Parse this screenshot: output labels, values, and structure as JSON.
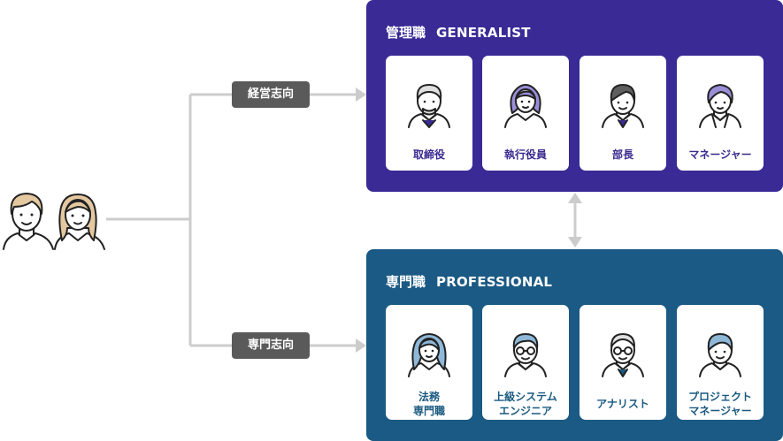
{
  "branches": {
    "management": "経営志向",
    "specialist": "専門志向"
  },
  "generalist": {
    "title_ja": "管理職",
    "title_en": "GENERALIST",
    "color": "#3a2a96",
    "roles": [
      {
        "label": "取締役",
        "icon": "male-executive-icon"
      },
      {
        "label": "執行役員",
        "icon": "female-officer-icon"
      },
      {
        "label": "部長",
        "icon": "male-manager-icon"
      },
      {
        "label": "マネージャー",
        "icon": "female-manager-icon"
      }
    ]
  },
  "professional": {
    "title_ja": "専門職",
    "title_en": "PROFESSIONAL",
    "color": "#1b5a84",
    "roles": [
      {
        "label": "法務\n専門職",
        "icon": "female-legal-icon"
      },
      {
        "label": "上級システム\nエンジニア",
        "icon": "male-engineer-icon"
      },
      {
        "label": "アナリスト",
        "icon": "male-analyst-icon"
      },
      {
        "label": "プロジェクト\nマネージャー",
        "icon": "male-pm-icon"
      }
    ]
  },
  "colors": {
    "connector": "#cccccc",
    "tag_bg": "#5a5a5a",
    "people_fill": "#e4c8a0"
  }
}
